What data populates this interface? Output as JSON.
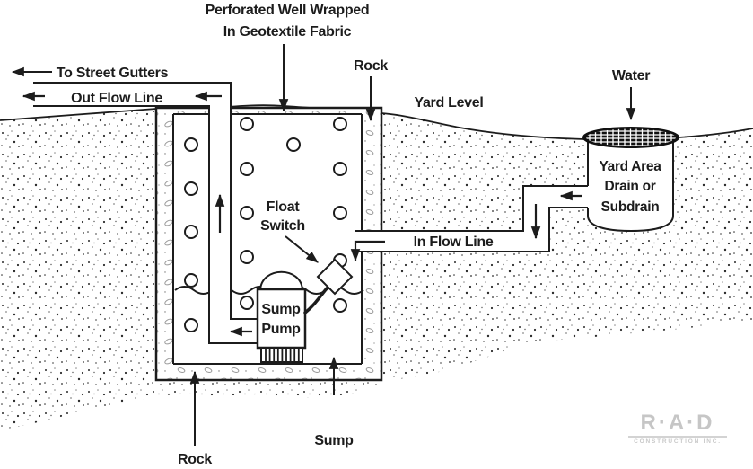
{
  "labels": {
    "title_line1": "Perforated Well Wrapped",
    "title_line2": "In Geotextile Fabric",
    "to_street_gutters": "To Street Gutters",
    "out_flow_line": "Out Flow Line",
    "rock_top": "Rock",
    "yard_level": "Yard Level",
    "water": "Water",
    "yard_drain_line1": "Yard Area",
    "yard_drain_line2": "Drain or",
    "yard_drain_line3": "Subdrain",
    "float_switch_line1": "Float",
    "float_switch_line2": "Switch",
    "in_flow_line": "In Flow Line",
    "sump_pump_line1": "Sump",
    "sump_pump_line2": "Pump",
    "sump": "Sump",
    "rock_bottom": "Rock"
  },
  "logo": {
    "name": "R·A·D",
    "subtitle": "CONSTRUCTION INC."
  },
  "colors": {
    "ink": "#1c1c1c",
    "logo_gray": "#c6c6c6",
    "paper": "#ffffff"
  }
}
